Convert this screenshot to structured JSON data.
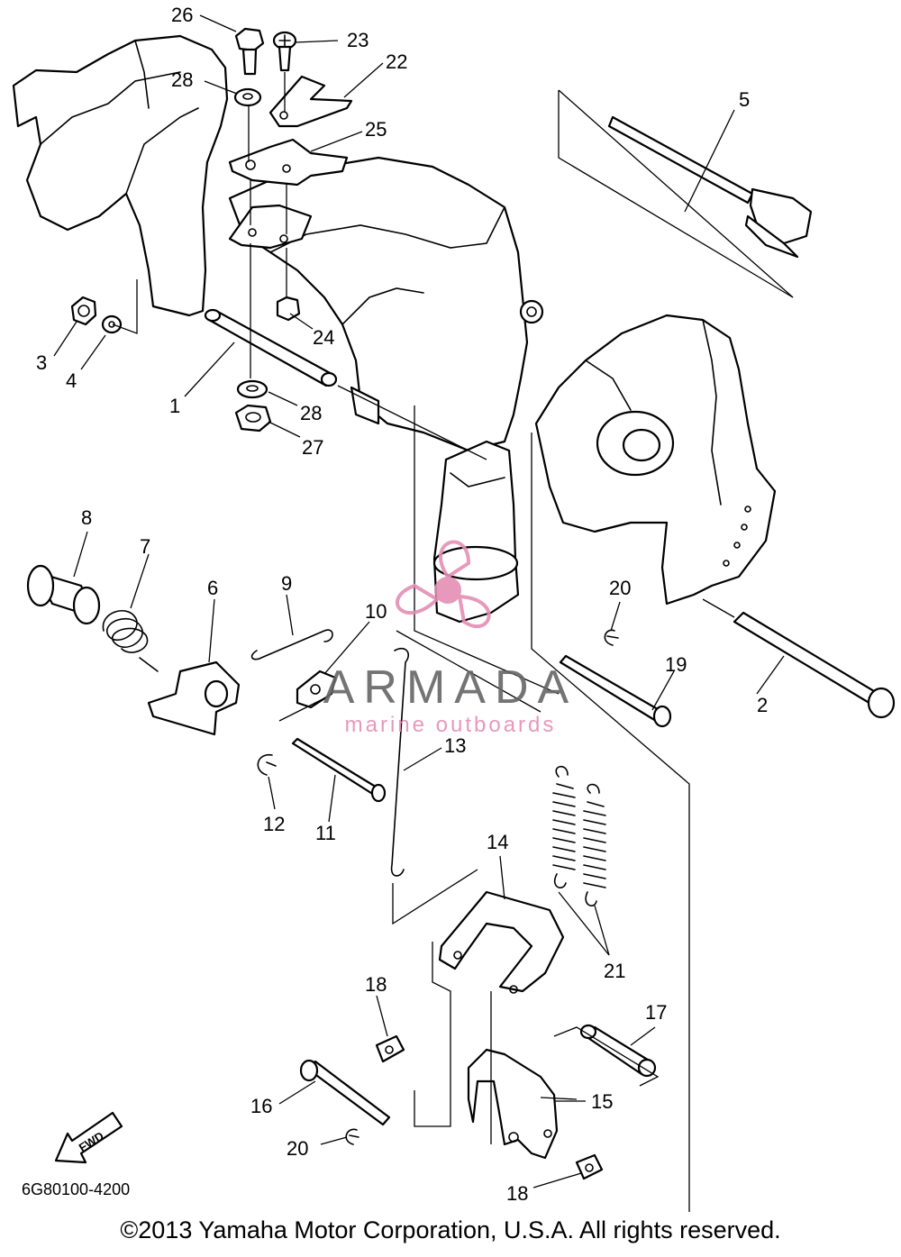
{
  "diagram": {
    "callouts": [
      {
        "id": "c1",
        "text": "1"
      },
      {
        "id": "c2",
        "text": "2"
      },
      {
        "id": "c3",
        "text": "3"
      },
      {
        "id": "c4",
        "text": "4"
      },
      {
        "id": "c5",
        "text": "5"
      },
      {
        "id": "c6",
        "text": "6"
      },
      {
        "id": "c7",
        "text": "7"
      },
      {
        "id": "c8",
        "text": "8"
      },
      {
        "id": "c9",
        "text": "9"
      },
      {
        "id": "c10",
        "text": "10"
      },
      {
        "id": "c11",
        "text": "11"
      },
      {
        "id": "c12",
        "text": "12"
      },
      {
        "id": "c13",
        "text": "13"
      },
      {
        "id": "c14",
        "text": "14"
      },
      {
        "id": "c15",
        "text": "15"
      },
      {
        "id": "c16",
        "text": "16"
      },
      {
        "id": "c17",
        "text": "17"
      },
      {
        "id": "c18a",
        "text": "18"
      },
      {
        "id": "c18b",
        "text": "18"
      },
      {
        "id": "c19",
        "text": "19"
      },
      {
        "id": "c20a",
        "text": "20"
      },
      {
        "id": "c20b",
        "text": "20"
      },
      {
        "id": "c21",
        "text": "21"
      },
      {
        "id": "c22",
        "text": "22"
      },
      {
        "id": "c23",
        "text": "23"
      },
      {
        "id": "c24",
        "text": "24"
      },
      {
        "id": "c25",
        "text": "25"
      },
      {
        "id": "c26",
        "text": "26"
      },
      {
        "id": "c27",
        "text": "27"
      },
      {
        "id": "c28a",
        "text": "28"
      },
      {
        "id": "c28b",
        "text": "28"
      }
    ],
    "fwd_label": "FWD",
    "diagram_code": "6G80100-4200",
    "watermark": {
      "brand": "ARMADA",
      "tagline": "marine outboards",
      "color": "#e48fb4"
    }
  },
  "footer": {
    "copyright": "©2013 Yamaha Motor Corporation, U.S.A. All rights reserved."
  }
}
